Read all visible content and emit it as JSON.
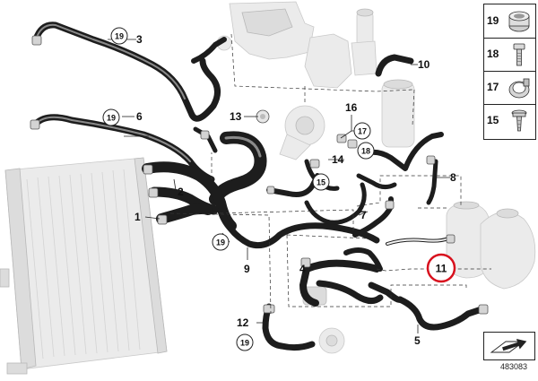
{
  "diagram": {
    "callouts": [
      "1",
      "2",
      "3",
      "4",
      "5",
      "6",
      "7",
      "8",
      "9",
      "10",
      "11",
      "12",
      "13",
      "14",
      "16"
    ],
    "circled_refs": [
      "19",
      "19",
      "19",
      "19",
      "15",
      "17",
      "18"
    ],
    "highlighted_callout": "11",
    "highlight_color": "#d8111e"
  },
  "legend": {
    "items": [
      {
        "number": "19",
        "icon": "hose-clamp-icon"
      },
      {
        "number": "18",
        "icon": "bolt-icon"
      },
      {
        "number": "17",
        "icon": "spring-clamp-icon"
      },
      {
        "number": "15",
        "icon": "screw-icon"
      }
    ]
  },
  "catalog_number": "483083"
}
